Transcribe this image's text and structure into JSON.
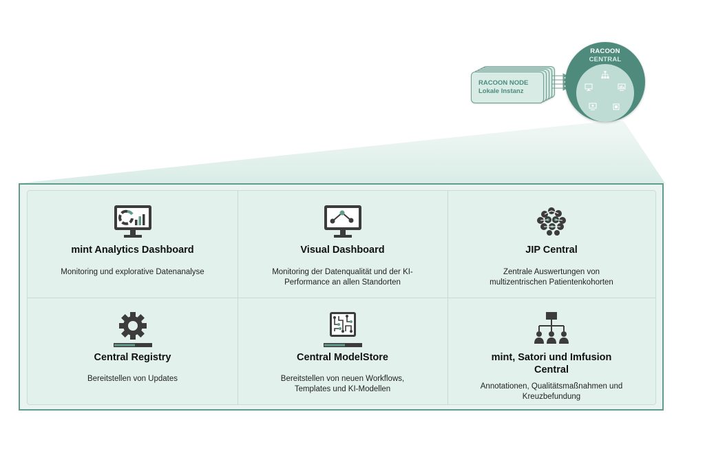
{
  "node": {
    "title": "RACOON NODE",
    "subtitle": "Lokale Instanz"
  },
  "central": {
    "title_line1": "RACOON",
    "title_line2": "CENTRAL"
  },
  "colors": {
    "accent": "#5f9c8d",
    "panel_bg": "#e9f4f1",
    "icon_dark": "#3c3c3c",
    "icon_accent": "#5f9c8d",
    "central_dark": "#4f8b7c",
    "central_light": "#bfdcd4"
  },
  "services": [
    {
      "icon": "analytics-monitor-icon",
      "title": "mint Analytics Dashboard",
      "desc_lines": [
        "Monitoring und explorative Datenanalyse"
      ]
    },
    {
      "icon": "line-chart-monitor-icon",
      "title": "Visual Dashboard",
      "desc_lines": [
        "Monitoring der Datenqualität und der KI-",
        "Performance an allen Standorten"
      ]
    },
    {
      "icon": "brain-network-icon",
      "title": "JIP Central",
      "desc_lines": [
        "Zentrale Auswertungen von",
        "multizentrischen Patientenkohorten"
      ]
    },
    {
      "icon": "gear-update-icon",
      "title": "Central Registry",
      "desc_lines": [
        "Bereitstellen von Updates"
      ]
    },
    {
      "icon": "circuit-chip-icon",
      "title": "Central ModelStore",
      "desc_lines": [
        "Bereitstellen von neuen Workflows,",
        "Templates und KI-Modellen"
      ]
    },
    {
      "icon": "org-hierarchy-icon",
      "title_lines": [
        "mint, Satori und Imfusion",
        "Central"
      ],
      "desc_lines": [
        "Annotationen, Qualitätsmaßnahmen und",
        "Kreuzbefundung"
      ]
    }
  ]
}
